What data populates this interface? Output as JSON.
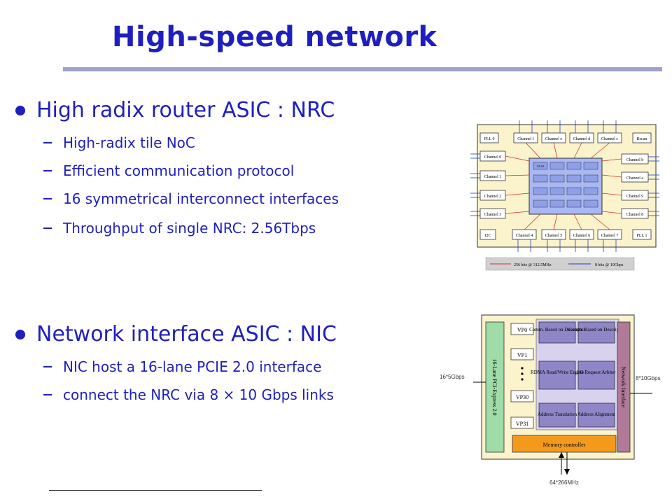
{
  "title": "High-speed network",
  "sections": [
    {
      "heading": "High radix router ASIC : NRC",
      "items": [
        "High-radix tile NoC",
        "Efficient communication protocol",
        "16 symmetrical interconnect interfaces",
        "Throughput of single NRC: 2.56Tbps"
      ]
    },
    {
      "heading": "Network interface ASIC : NIC",
      "items": [
        "NIC host a 16-lane PCIE 2.0 interface",
        "connect the NRC via 8 × 10 Gbps links"
      ]
    }
  ],
  "nrc_diagram": {
    "top_row": [
      "PLL 0",
      "Channel f",
      "Channel e",
      "Channel d",
      "Channel c",
      "Bscan"
    ],
    "left_col": [
      "Channel 0",
      "Channel 1",
      "Channel 2",
      "Channel 3"
    ],
    "right_col": [
      "Channel b",
      "Channel a",
      "Channel 9",
      "Channel 8"
    ],
    "bottom_row": [
      "I2C",
      "Channel 4",
      "Channel 5",
      "Channel 6",
      "Channel 7",
      "PLL 1"
    ],
    "tile_label": "XBAR",
    "legend_left": "256 bits @ 312.5MHz",
    "legend_right": "8 bits @ 10Gbps"
  },
  "nic_diagram": {
    "vp_labels": [
      "VP0",
      "VP1",
      "VP30",
      "VP31"
    ],
    "pcie_label": "16-Lane PCI-Express 2.0",
    "net_label": "Network Interface",
    "blocks": [
      "Comm. Based on Descriptor",
      "Comm. Based on Descriptor",
      "RDMA Read/Write Engine",
      "I/O Request Arbiter",
      "Address Translation",
      "Address Alignment"
    ],
    "memory_label": "Memory controller",
    "left_rate": "16*5Gbps",
    "right_rate": "8*10Gbps",
    "bottom_rate": "64*266MHz"
  },
  "colors": {
    "title": "#1f1fbf",
    "nrc_bg": "#fbf3cc",
    "xbar_bg": "#a9b8f2",
    "tile_bg": "#8fa0e8",
    "nic_green": "#9fdca8",
    "nic_purple": "#8f86c8",
    "nic_mauve": "#b07a98",
    "nic_orange": "#f39a1d",
    "nic_bg": "#fbf3cc"
  }
}
